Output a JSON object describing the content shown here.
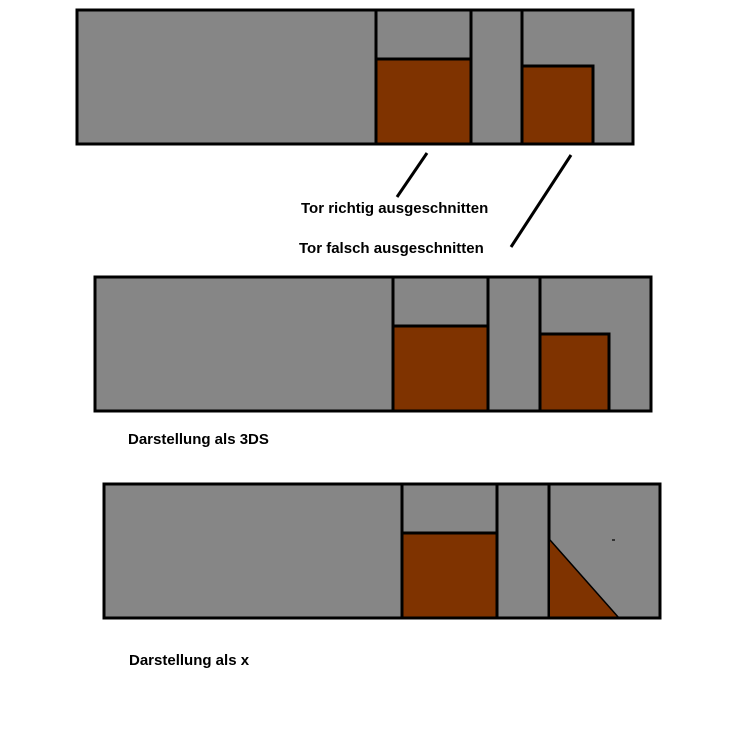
{
  "labels": {
    "correct_cut": "Tor richtig ausgeschnitten",
    "wrong_cut": "Tor falsch ausgeschnitten",
    "render_3ds": "Darstellung als 3DS",
    "render_x": "Darstellung als x"
  },
  "colors": {
    "wall": "#868686",
    "gate": "#7f3300",
    "outline": "#000000",
    "background": "#ffffff"
  }
}
